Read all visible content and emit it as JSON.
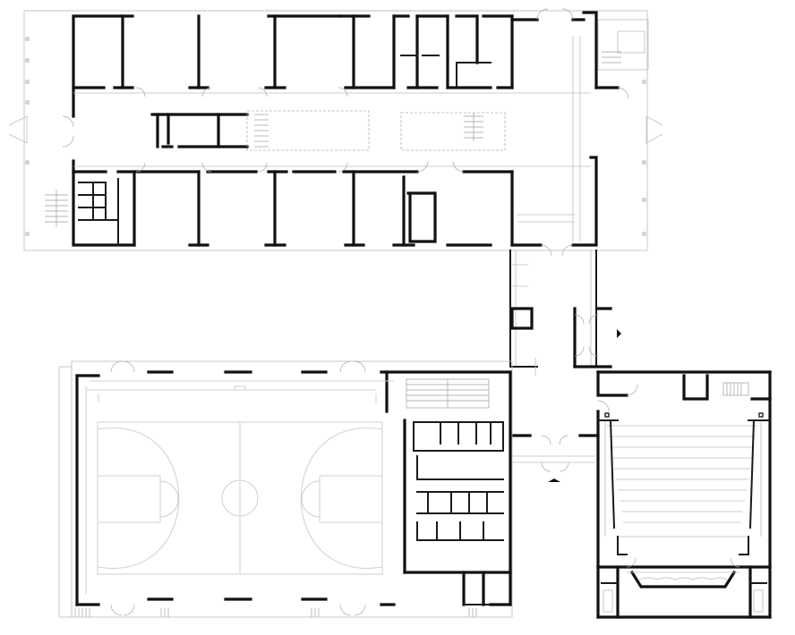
{
  "drawing": {
    "kind": "architectural floor plan",
    "colors": {
      "wall": "#111111",
      "fine_line": "#bdbdbd",
      "background": "#ffffff"
    },
    "symbols": [
      "entrance-marker-east",
      "entrance-marker-south"
    ]
  }
}
